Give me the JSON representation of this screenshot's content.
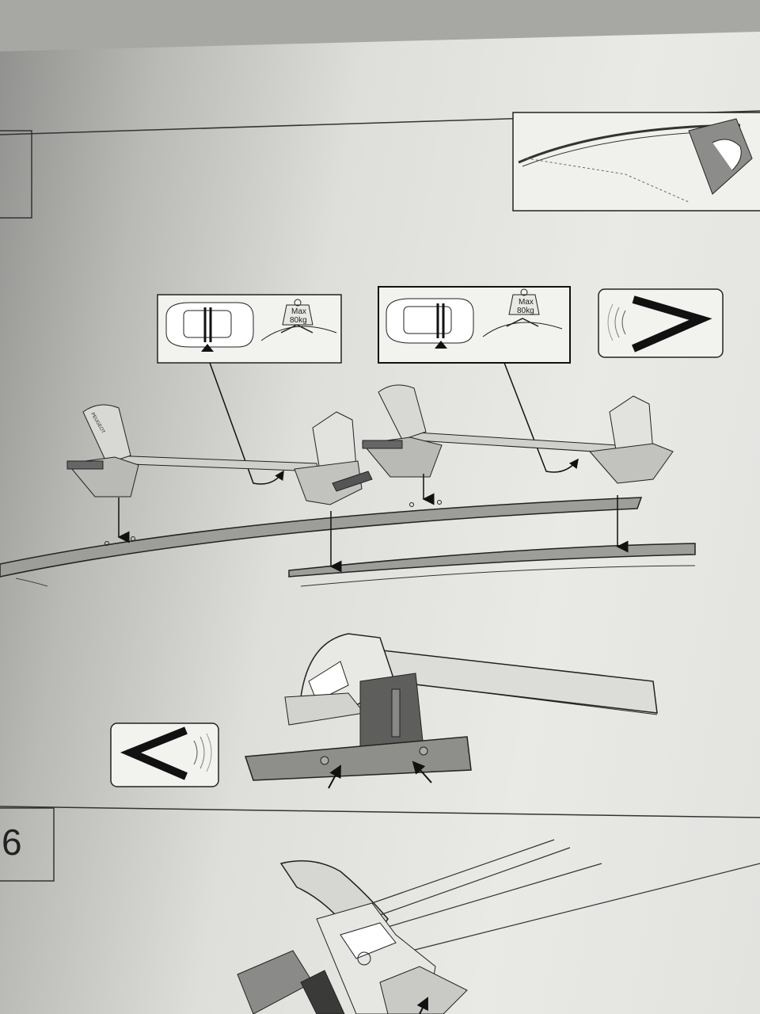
{
  "document": {
    "step_previous_number": "",
    "step_next_number": "6",
    "load_panel_left": {
      "weight_line1": "Max",
      "weight_line2": "80kg"
    },
    "load_panel_right": {
      "weight_line1": "Max",
      "weight_line2": "80kg"
    },
    "brand_text": "PEUGEOT",
    "icons": [
      "car-top-view-icon",
      "weight-icon",
      "sound-click-icon",
      "cleaning-cloth-icon",
      "arrow-down-icon"
    ]
  }
}
